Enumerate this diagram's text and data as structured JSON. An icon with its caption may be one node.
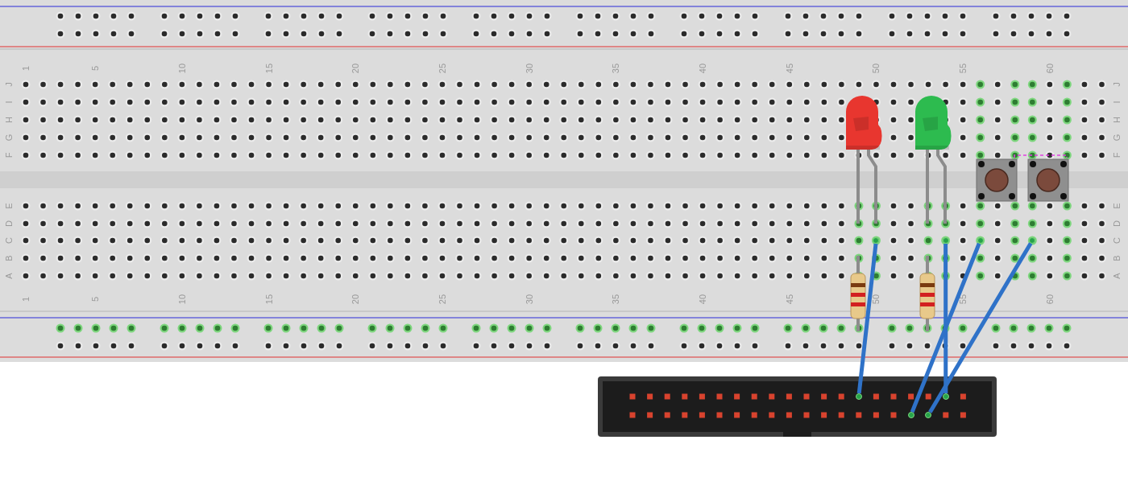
{
  "diagram": {
    "nodes": [
      {
        "text": [],
        "shape": "picture"
      },
      {
        "text": [],
        "shape": "picture",
        "in": 0
      },
      {
        "text": [],
        "shape": "picture",
        "in": 0
      },
      {
        "text": [],
        "shape": "picture",
        "in": 0
      },
      {
        "text": [],
        "shape": "picture",
        "in": 0
      },
      {
        "text": [],
        "shape": "picture",
        "in": 0
      },
      {
        "text": [],
        "shape": "picture",
        "in": 0
      },
      {
        "text": [],
        "shape": "box"
      },
      {
        "text": [],
        "shape": "circle",
        "in": 0
      },
      {
        "text": [],
        "shape": "circle",
        "in": 0
      },
      {
        "text": [],
        "shape": "circle",
        "in": 0
      },
      {
        "text": [],
        "shape": "circle",
        "in": 0
      },
      {
        "text": [],
        "shape": "circle",
        "in": 7
      },
      {
        "text": [],
        "shape": "circle",
        "in": 7
      },
      {
        "text": [],
        "shape": "circle",
        "in": 7
      },
      {
        "text": [],
        "shape": "circle",
        "in": 7
      }
    ],
    "edges": [
      {
        "from": 8,
        "to": 12,
        "arrow": "none"
      },
      {
        "from": 9,
        "to": 13,
        "arrow": "none"
      },
      {
        "from": 10,
        "to": 14,
        "arrow": "none"
      },
      {
        "from": 11,
        "to": 15,
        "arrow": "none"
      },
      {
        "from": 5,
        "to": 6,
        "arrow": "none",
        "style": "dashed",
        "color": "#e040e0"
      }
    ],
    "labels": [
      "1",
      "5",
      "10",
      "15",
      "20",
      "25",
      "30",
      "35",
      "40",
      "45",
      "50",
      "55",
      "60",
      "J",
      "I",
      "H",
      "G",
      "F",
      "J",
      "I",
      "H",
      "G",
      "F",
      "E",
      "D",
      "C",
      "B",
      "A",
      "E",
      "D",
      "C",
      "B",
      "A",
      "1",
      "5",
      "10",
      "15",
      "20",
      "25",
      "30",
      "35",
      "40",
      "45",
      "50",
      "55",
      "60"
    ]
  }
}
